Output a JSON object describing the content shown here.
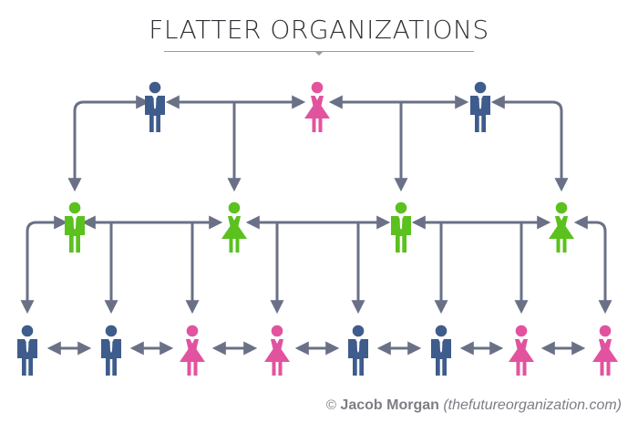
{
  "title": "FLATTER ORGANIZATIONS",
  "credit": {
    "symbol": "©",
    "author": "Jacob Morgan",
    "site": "(thefutureorganization.com)"
  },
  "colors": {
    "connector": "#6a7086",
    "male_top": "#3e5c8c",
    "female": "#e2539f",
    "green": "#5ac11e",
    "credit_text": "#7d7d85"
  },
  "people": {
    "top": [
      {
        "gender": "male",
        "color": "navy"
      },
      {
        "gender": "female",
        "color": "pink"
      },
      {
        "gender": "male",
        "color": "navy"
      }
    ],
    "middle": [
      {
        "gender": "male",
        "color": "green"
      },
      {
        "gender": "female",
        "color": "green"
      },
      {
        "gender": "male",
        "color": "green"
      },
      {
        "gender": "female",
        "color": "green"
      }
    ],
    "bottom": [
      {
        "gender": "male",
        "color": "navy"
      },
      {
        "gender": "male",
        "color": "navy"
      },
      {
        "gender": "female",
        "color": "pink"
      },
      {
        "gender": "female",
        "color": "pink"
      },
      {
        "gender": "male",
        "color": "navy"
      },
      {
        "gender": "male",
        "color": "navy"
      },
      {
        "gender": "female",
        "color": "pink"
      },
      {
        "gender": "female",
        "color": "pink"
      }
    ]
  }
}
